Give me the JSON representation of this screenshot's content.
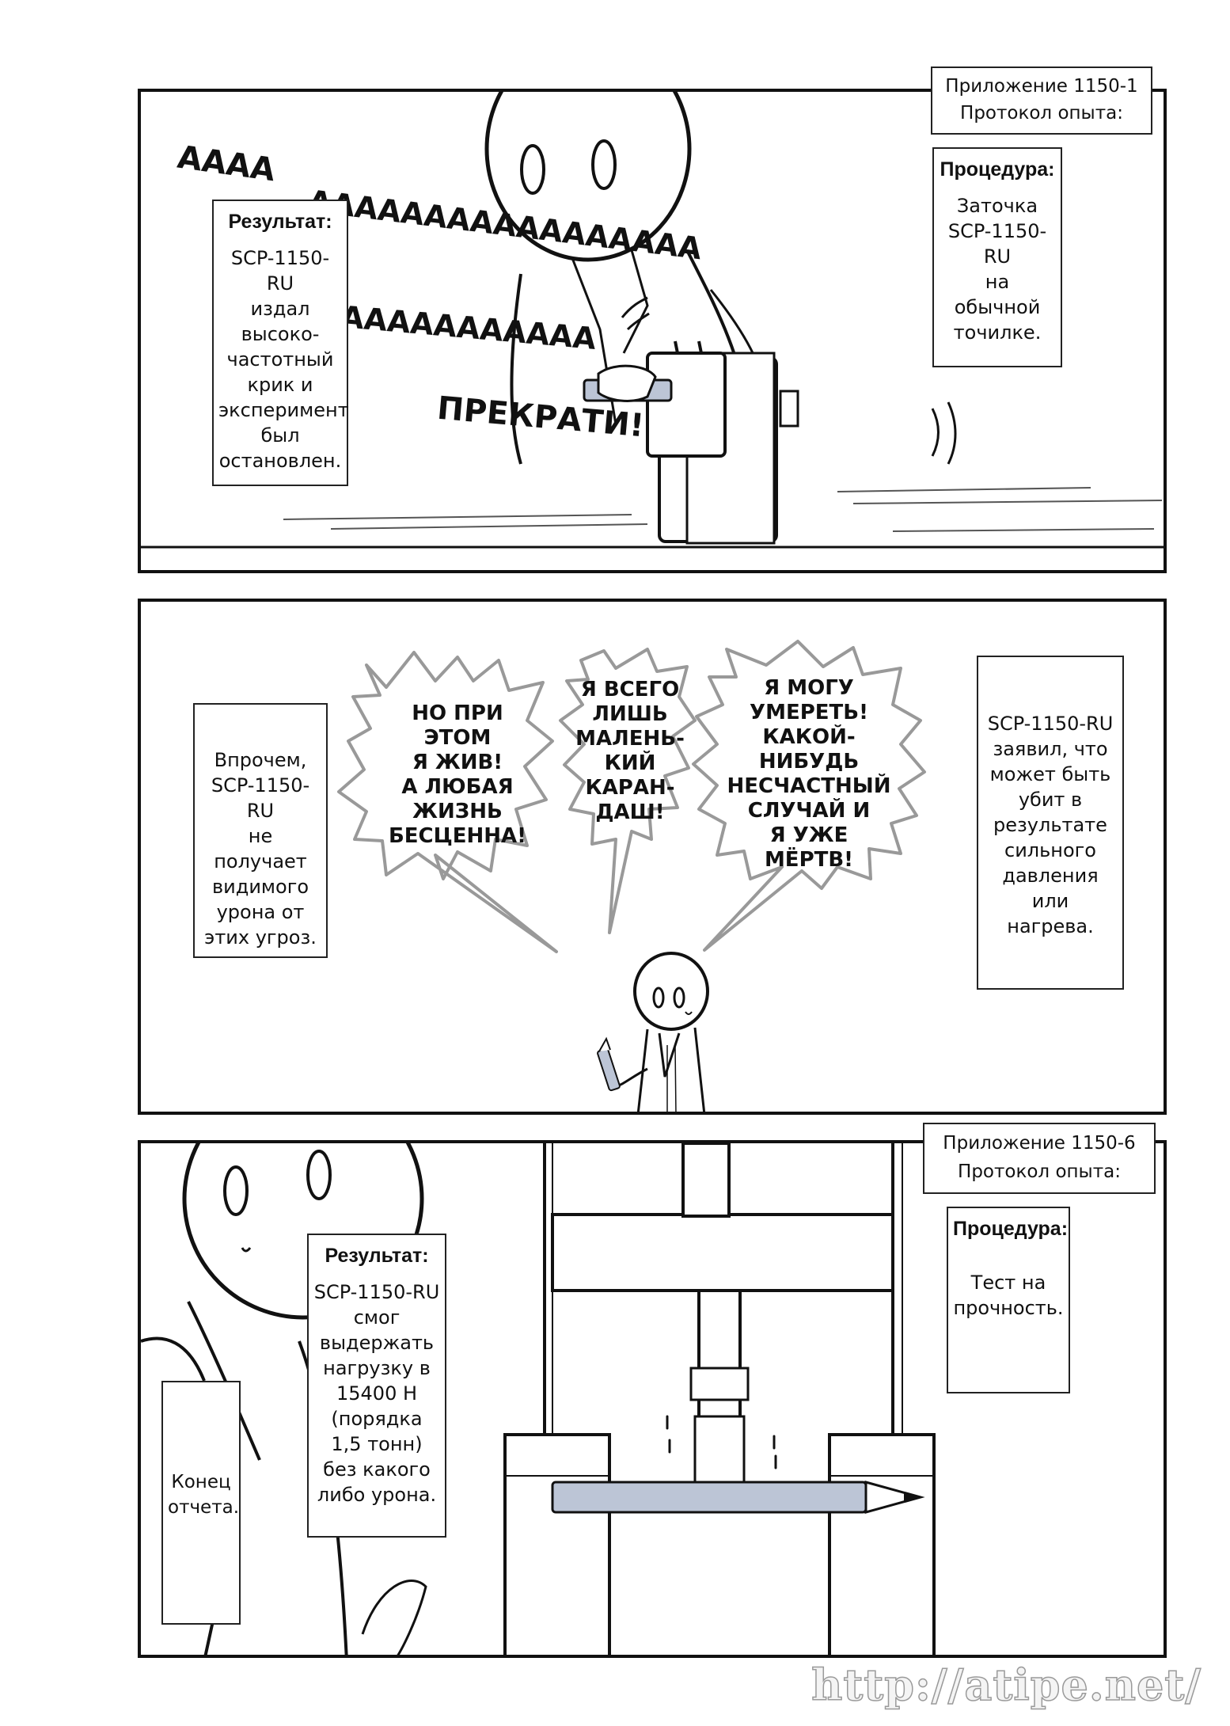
{
  "panel1": {
    "appendix_label": "Приложение 1150-1\nПротокол опыта:",
    "procedure": {
      "heading": "Процедура:",
      "text": "Заточка\nSCP-1150-RU\nна\nобычной\nточилке."
    },
    "result": {
      "heading": "Результат:",
      "text": "SCP-1150-RU\nиздал\nвысоко-\nчастотный\nкрик и\nэксперимент\nбыл\nостановлен."
    },
    "scream_1": "AAAA",
    "scream_2": "AAAAAAAAAAAAAAAAA",
    "scream_3": "AAAAAAAAAAA",
    "stop_sfx": "ПРЕКРАТИ!"
  },
  "panel2": {
    "left_caption": "Впрочем,\nSCP-1150-RU\nне получает\nвидимого\nурона от\nэтих угроз.",
    "right_caption": "SCP-1150-RU\nзаявил, что\nможет быть\nубит в\nрезультате\nсильного\nдавления или\nнагрева.",
    "bubble_1": "НО ПРИ\nЭТОМ\nЯ ЖИВ!\nА ЛЮБАЯ\nЖИЗНЬ\nБЕСЦЕННА!",
    "bubble_2": "Я ВСЕГО\nЛИШЬ\nМАЛЕНЬ-\nКИЙ\nКАРАН-\nДАШ!",
    "bubble_3": "Я МОГУ\nУМЕРЕТЬ!\nКАКОЙ-\nНИБУДЬ\nНЕСЧАСТНЫЙ\nСЛУЧАЙ И\nЯ УЖЕ\nМЁРТВ!"
  },
  "panel3": {
    "appendix_label": "Приложение 1150-6\nПротокол опыта:",
    "procedure": {
      "heading": "Процедура:",
      "text": "Тест на\nпрочность."
    },
    "result": {
      "heading": "Результат:",
      "text": "SCP-1150-RU\nсмог\nвыдержать\nнагрузку в\n15400 Н\n(порядка\n1,5 тонн)\nбез какого\nлибо урона."
    },
    "end_caption": "Конец\nотчета."
  },
  "watermark": "http://atipe.net/"
}
